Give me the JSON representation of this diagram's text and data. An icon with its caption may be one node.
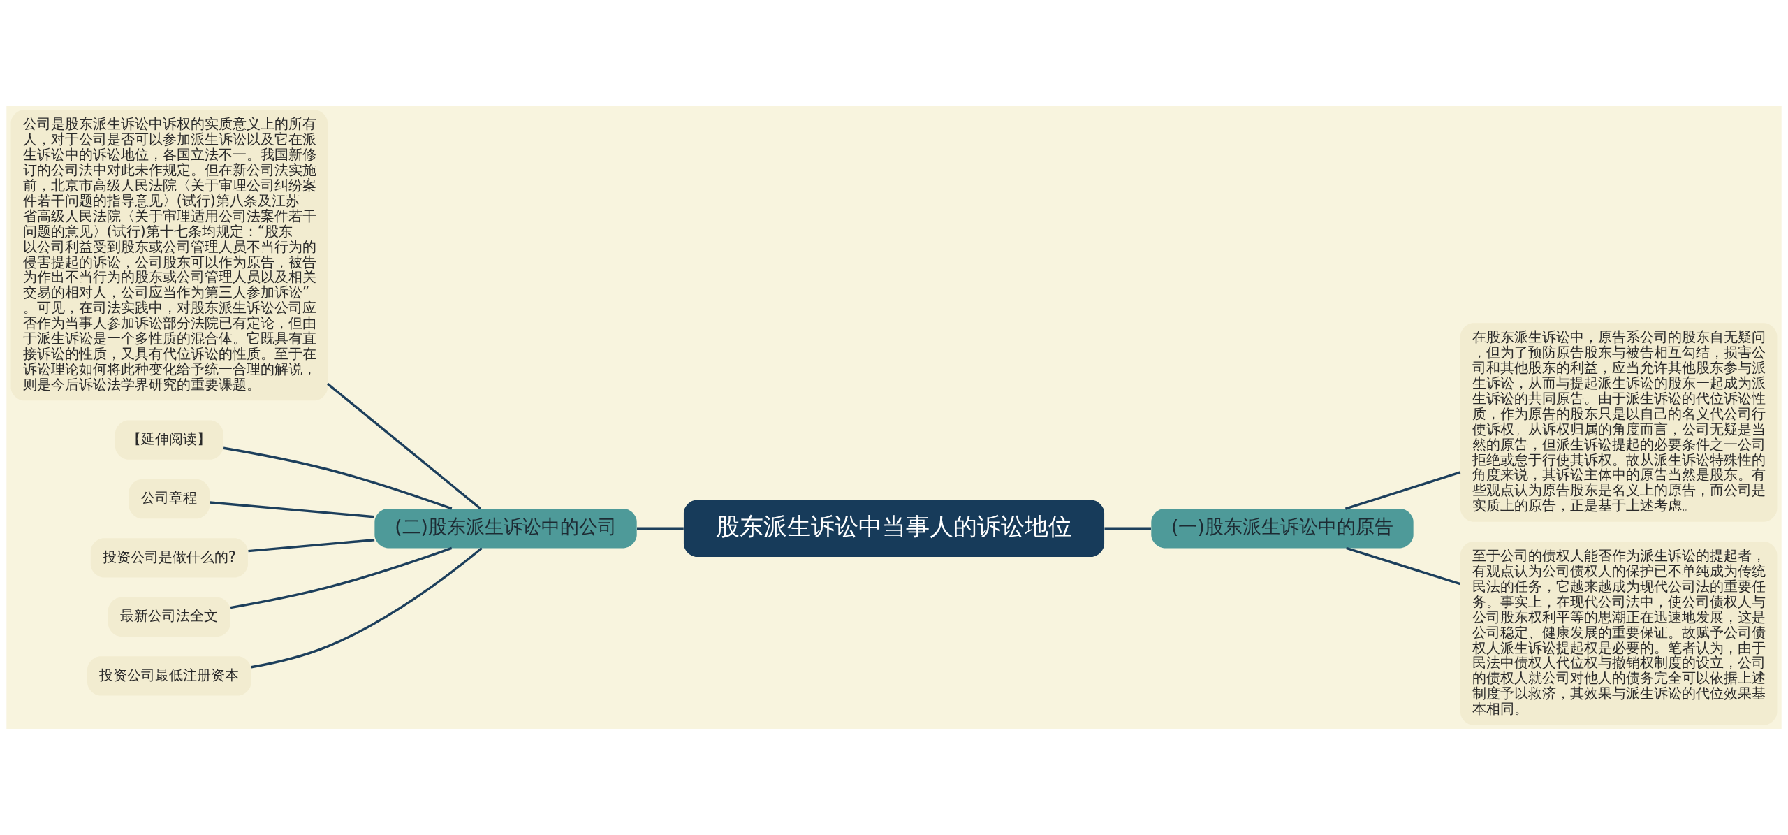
{
  "diagram": {
    "nodes": [
      {
        "text": [
          "股东派生诉讼中当事人的诉讼地位"
        ]
      },
      {
        "text": [
          "(二)股东派生诉讼中的公司"
        ]
      },
      {
        "text": [
          "公司是股东派生诉讼中诉权的实质意义上的所有人，对于公司是否可以参加派生诉讼以及它在派生诉讼中的诉讼地位，各国立法不一。我国新修订的公司法中对此未作规定。但在新公司法实施前，北京市高级人民法院〈关于审理公司纠纷案件若干问题的指导意见〉(试行)第八条及江苏省高级人民法院〈关于审理适用公司法案件若干问题的意见〉(试行)第十七条均规定：“股东以公司利益受到股东或公司管理人员不当行为的侵害提起的诉讼，公司股东可以作为原告，被告为作出不当行为的股东或公司管理人员以及相关交易的相对人，公司应当作为第三人参加诉讼”。可见，在司法实践中，对股东派生诉讼公司应否作为当事人参加诉讼部分法院已有定论，但由于派生诉讼是一个多性质的混合体。它既具有直接诉讼的性质，又具有代位诉讼的性质。至于在诉讼理论如何将此种变化给予统一合理的解说，则是今后诉讼法学界研究的重要课题。"
        ]
      },
      {
        "text": [
          "【延伸阅读】"
        ]
      },
      {
        "text": [
          "公司章程"
        ]
      },
      {
        "text": [
          "投资公司是做什么的?"
        ]
      },
      {
        "text": [
          "最新公司法全文"
        ]
      },
      {
        "text": [
          "投资公司最低注册资本"
        ]
      },
      {
        "text": [
          "(一)股东派生诉讼中的原告"
        ]
      },
      {
        "text": [
          "在股东派生诉讼中，原告系公司的股东自无疑问，但为了预防原告股东与被告相互勾结，损害公司和其他股东的利益，应当允许其他股东参与派生诉讼，从而与提起派生诉讼的股东一起成为派生诉讼的共同原告。由于派生诉讼的代位诉讼性质，作为原告的股东只是以自己的名义代公司行使诉权。从诉权归属的角度而言，公司无疑是当然的原告，但派生诉讼提起的必要条件之一公司拒绝或怠于行使其诉权。故从派生诉讼特殊性的角度来说，其诉讼主体中的原告当然是股东。有些观点认为原告股东是名义上的原告，而公司是实质上的原告，正是基于上述考虑。"
        ]
      },
      {
        "text": [
          "至于公司的债权人能否作为派生诉讼的提起者，有观点认为公司债权人的保护已不单纯成为传统民法的任务，它越来越成为现代公司法的重要任务。事实上，在现代公司法中，使公司债权人与公司股东权利平等的思潮正在迅速地发展，这是公司稳定、健康发展的重要保证。故赋予公司债权人派生诉讼提起权是必要的。笔者认为，由于民法中债权人代位权与撤销权制度的设立，公司的债权人就公司对他人的债务完全可以依据上述制度予以救济，其效果与派生诉讼的代位效果基本相同。"
        ]
      }
    ],
    "edges": [
      {
        "from": 0,
        "to": 1,
        "arrow": "none"
      },
      {
        "from": 1,
        "to": 2,
        "arrow": "none"
      },
      {
        "from": 1,
        "to": 3,
        "arrow": "none"
      },
      {
        "from": 1,
        "to": 4,
        "arrow": "none"
      },
      {
        "from": 1,
        "to": 5,
        "arrow": "none"
      },
      {
        "from": 1,
        "to": 6,
        "arrow": "none"
      },
      {
        "from": 1,
        "to": 7,
        "arrow": "none"
      },
      {
        "from": 0,
        "to": 8,
        "arrow": "none"
      },
      {
        "from": 8,
        "to": 9,
        "arrow": "none"
      },
      {
        "from": 8,
        "to": 10,
        "arrow": "none"
      }
    ]
  }
}
